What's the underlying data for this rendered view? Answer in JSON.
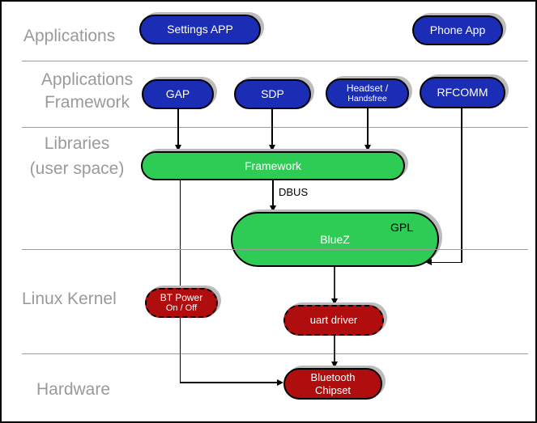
{
  "layers": {
    "applications": {
      "label": "Applications"
    },
    "applications_framework": {
      "label": "Applications\nFramework"
    },
    "libraries": {
      "label": "Libraries\n(user space)"
    },
    "linux_kernel": {
      "label": "Linux Kernel"
    },
    "hardware": {
      "label": "Hardware"
    }
  },
  "nodes": {
    "settings_app": {
      "label": "Settings APP",
      "color": "#1b2cb5"
    },
    "phone_app": {
      "label": "Phone App",
      "color": "#1b2cb5"
    },
    "gap": {
      "label": "GAP",
      "color": "#1b2cb5"
    },
    "sdp": {
      "label": "SDP",
      "color": "#1b2cb5"
    },
    "headset_handsfree": {
      "label_line1": "Headset /",
      "label_line2": "Handsfree",
      "color": "#1b2cb5"
    },
    "rfcomm": {
      "label": "RFCOMM",
      "color": "#1b2cb5"
    },
    "framework": {
      "label": "Framework",
      "color": "#2ecc55"
    },
    "bluez": {
      "label": "BlueZ",
      "badge": "GPL",
      "color": "#2ecc55"
    },
    "bt_power": {
      "label_line1": "BT Power",
      "label_line2": "On / Off",
      "color": "#b00e0e"
    },
    "uart_driver": {
      "label": "uart driver",
      "color": "#b00e0e"
    },
    "bluetooth_chipset": {
      "label": "Bluetooth\nChipset",
      "color": "#b00e0e"
    }
  },
  "edge_labels": {
    "dbus": "DBUS"
  },
  "colors": {
    "app_node_blue": "#1b2cb5",
    "library_node_green": "#2ecc55",
    "kernel_node_red": "#b00e0e",
    "layer_label_gray": "#9a9a9a",
    "divider_gray": "#9b9b9b",
    "shadow_gray": "#bcbcbc",
    "background": "#ffffff"
  }
}
